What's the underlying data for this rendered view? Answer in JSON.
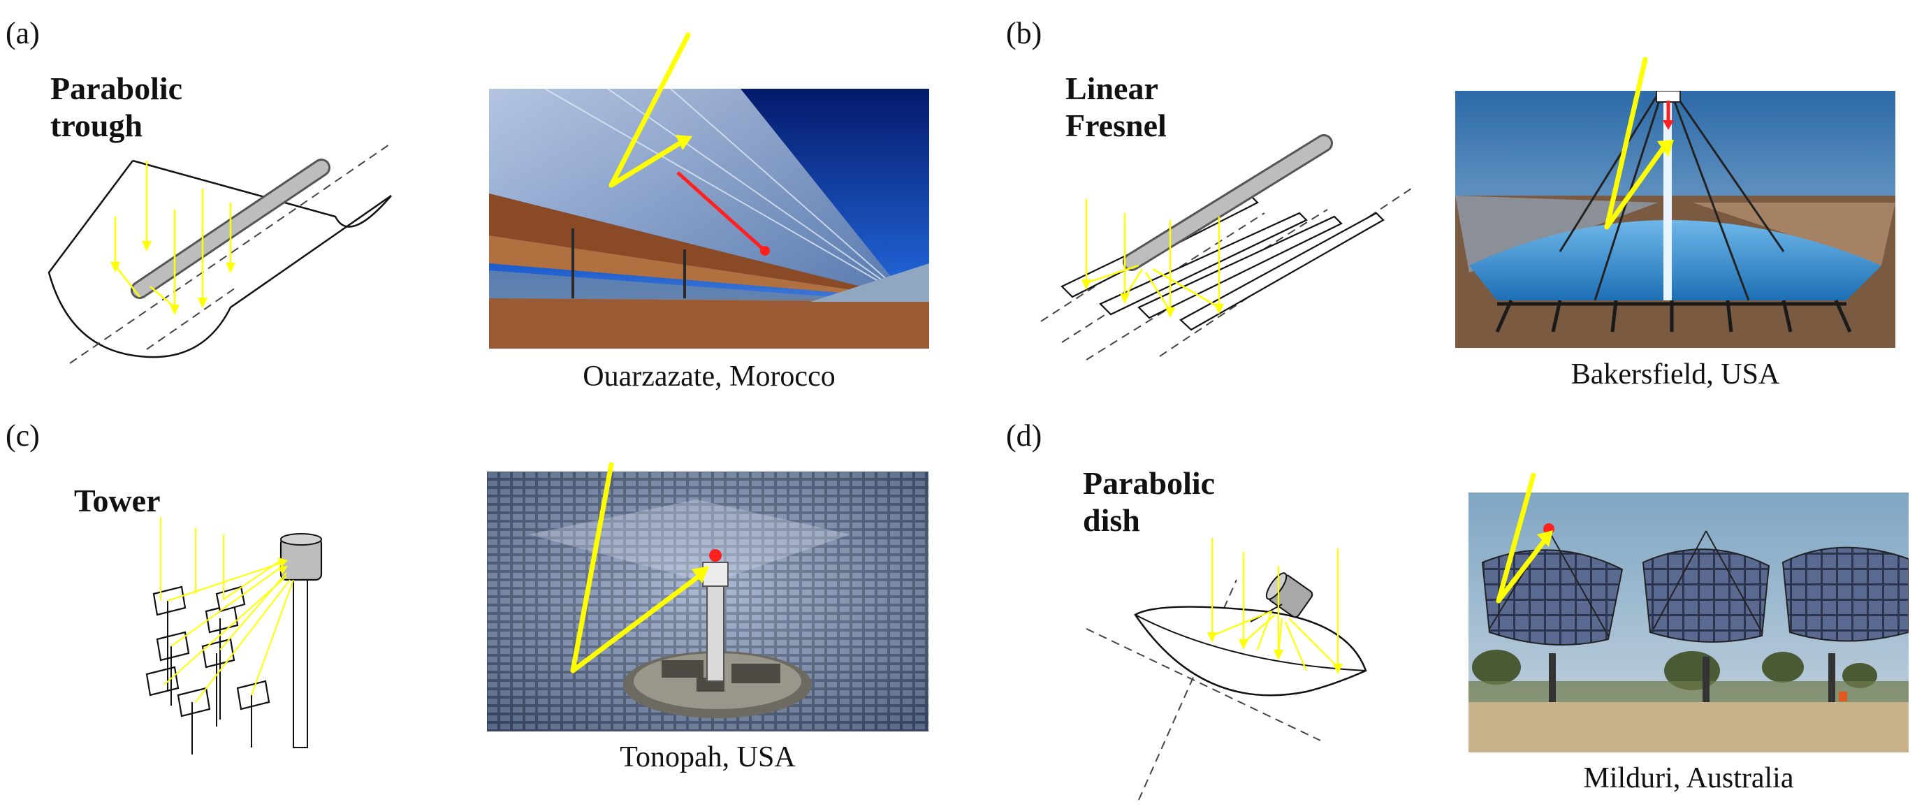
{
  "panels": [
    {
      "label": "(a)",
      "title": "Parabolic trough",
      "caption": "Ouarzazate, Morocco"
    },
    {
      "label": "(b)",
      "title": "Linear Fresnel",
      "caption": "Bakersfield, USA"
    },
    {
      "label": "(c)",
      "title": "Tower",
      "caption": "Tonopah, USA"
    },
    {
      "label": "(d)",
      "title": "Parabolic dish",
      "caption": "Milduri, Australia"
    }
  ],
  "colors": {
    "ray": "#ffff00",
    "ray_outline": "#e0d000",
    "reflect": "#ff2020",
    "receiver": "#b8b8b8"
  }
}
